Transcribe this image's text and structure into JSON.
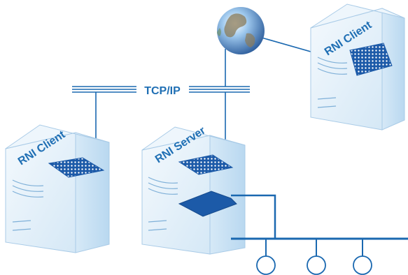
{
  "network": {
    "protocol_label": "TCP/IP"
  },
  "nodes": {
    "client_left_label": "RNI Client",
    "server_label": "RNI Server",
    "client_right_label": "RNI Client"
  },
  "colors": {
    "accent": "#1f6fb4",
    "line": "#1a68b0",
    "case_light": "#e6f2fb",
    "case_mid": "#c9e2f4",
    "case_dark": "#9fc6e6",
    "card": "#1c5aa8"
  },
  "icons": [
    "globe-icon",
    "server-tower-icon",
    "network-card-icon",
    "device-node-icon"
  ]
}
